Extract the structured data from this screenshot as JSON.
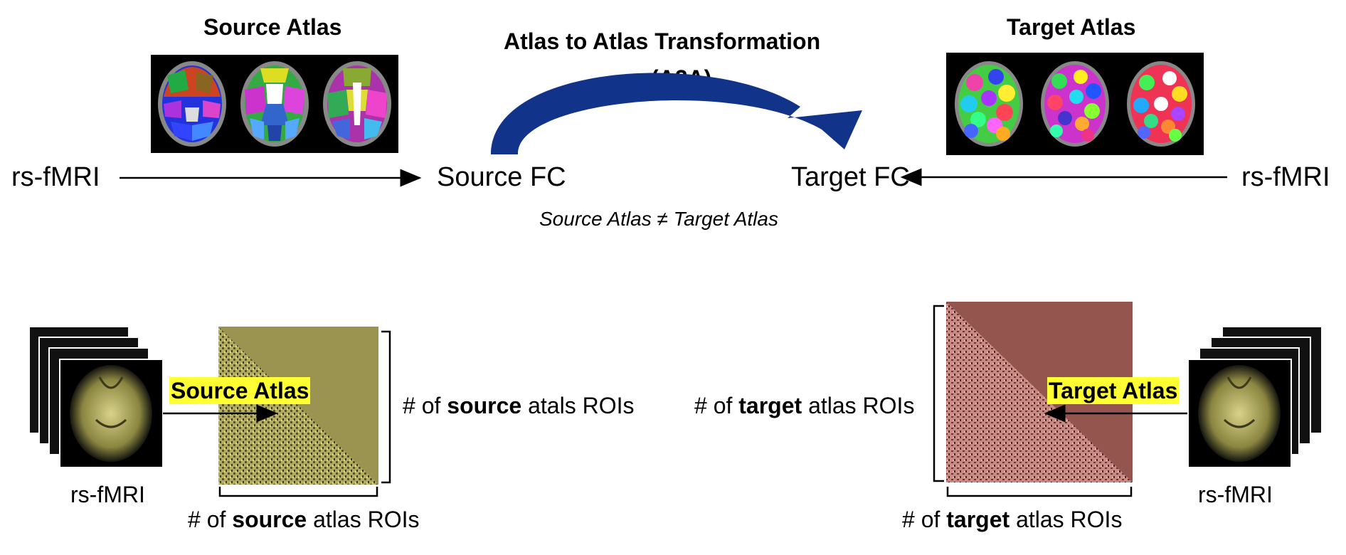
{
  "top": {
    "source_atlas_title": "Source Atlas",
    "target_atlas_title": "Target Atlas",
    "transform_title": "Atlas to Atlas Transformation",
    "transform_abbrev": "(A2A)",
    "left_rsfmri": "rs-fMRI",
    "right_rsfmri": "rs-fMRI",
    "source_fc": "Source FC",
    "target_fc": "Target FC",
    "inequality_note": "Source Atlas ≠ Target Atlas"
  },
  "bottom_left": {
    "highlight_label": "Source Atlas",
    "rsfmri_label": "rs-fMRI",
    "side_prefix": "# of ",
    "side_bold": "source",
    "side_suffix": " atals ROIs",
    "bottom_prefix": "# of ",
    "bottom_bold": "source",
    "bottom_suffix": " atlas ROIs"
  },
  "bottom_right": {
    "highlight_label": "Target Atlas",
    "rsfmri_label": "rs-fMRI",
    "side_prefix": "# of ",
    "side_bold": "target",
    "side_suffix": " atlas ROIs",
    "bottom_prefix": "# of ",
    "bottom_bold": "target",
    "bottom_suffix": " atlas ROIs"
  },
  "colors": {
    "arc_blue": "#12338a",
    "source_matrix": "#9a9450",
    "target_matrix": "#94554f",
    "highlight": "#ffff33"
  }
}
